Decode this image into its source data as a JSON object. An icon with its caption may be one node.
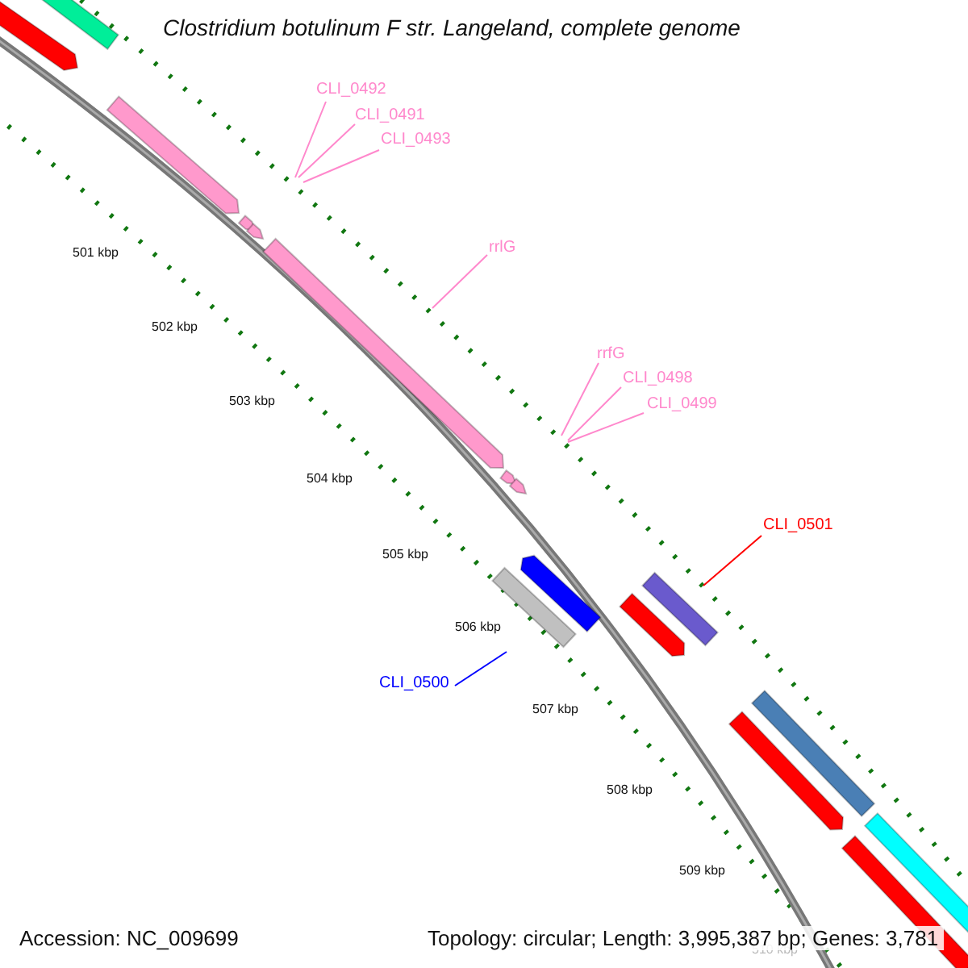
{
  "diagram": {
    "title": "Clostridium botulinum F str. Langeland, complete genome",
    "nodes": [
      {
        "text": [
          "CLI_0492"
        ]
      },
      {
        "text": [
          "CLI_0491"
        ]
      },
      {
        "text": [
          "CLI_0493"
        ]
      },
      {
        "text": [
          "rrlG"
        ]
      },
      {
        "text": [
          "rrfG"
        ]
      },
      {
        "text": [
          "CLI_0498"
        ]
      },
      {
        "text": [
          "CLI_0499"
        ]
      },
      {
        "text": [
          "CLI_0501"
        ]
      },
      {
        "text": [
          "CLI_0500"
        ]
      }
    ],
    "edges": [
      {
        "from": 0,
        "to": null,
        "arrow": "none"
      },
      {
        "from": 1,
        "to": null,
        "arrow": "none"
      },
      {
        "from": 2,
        "to": null,
        "arrow": "none"
      },
      {
        "from": 3,
        "to": null,
        "arrow": "none"
      },
      {
        "from": 4,
        "to": null,
        "arrow": "none"
      },
      {
        "from": 5,
        "to": null,
        "arrow": "none"
      },
      {
        "from": 6,
        "to": null,
        "arrow": "none"
      },
      {
        "from": 7,
        "to": null,
        "arrow": "none",
        "color": "#ff0000"
      },
      {
        "from": 8,
        "to": null,
        "arrow": "none",
        "color": "#0000ff"
      }
    ],
    "labels": [
      "501 kbp",
      "502 kbp",
      "503 kbp",
      "504 kbp",
      "505 kbp",
      "506 kbp",
      "507 kbp",
      "508 kbp",
      "509 kbp",
      "510 kbp",
      "Accession: NC_009699",
      "Topology: circular; Length: 3,995,387 bp; Genes: 3,781"
    ]
  }
}
